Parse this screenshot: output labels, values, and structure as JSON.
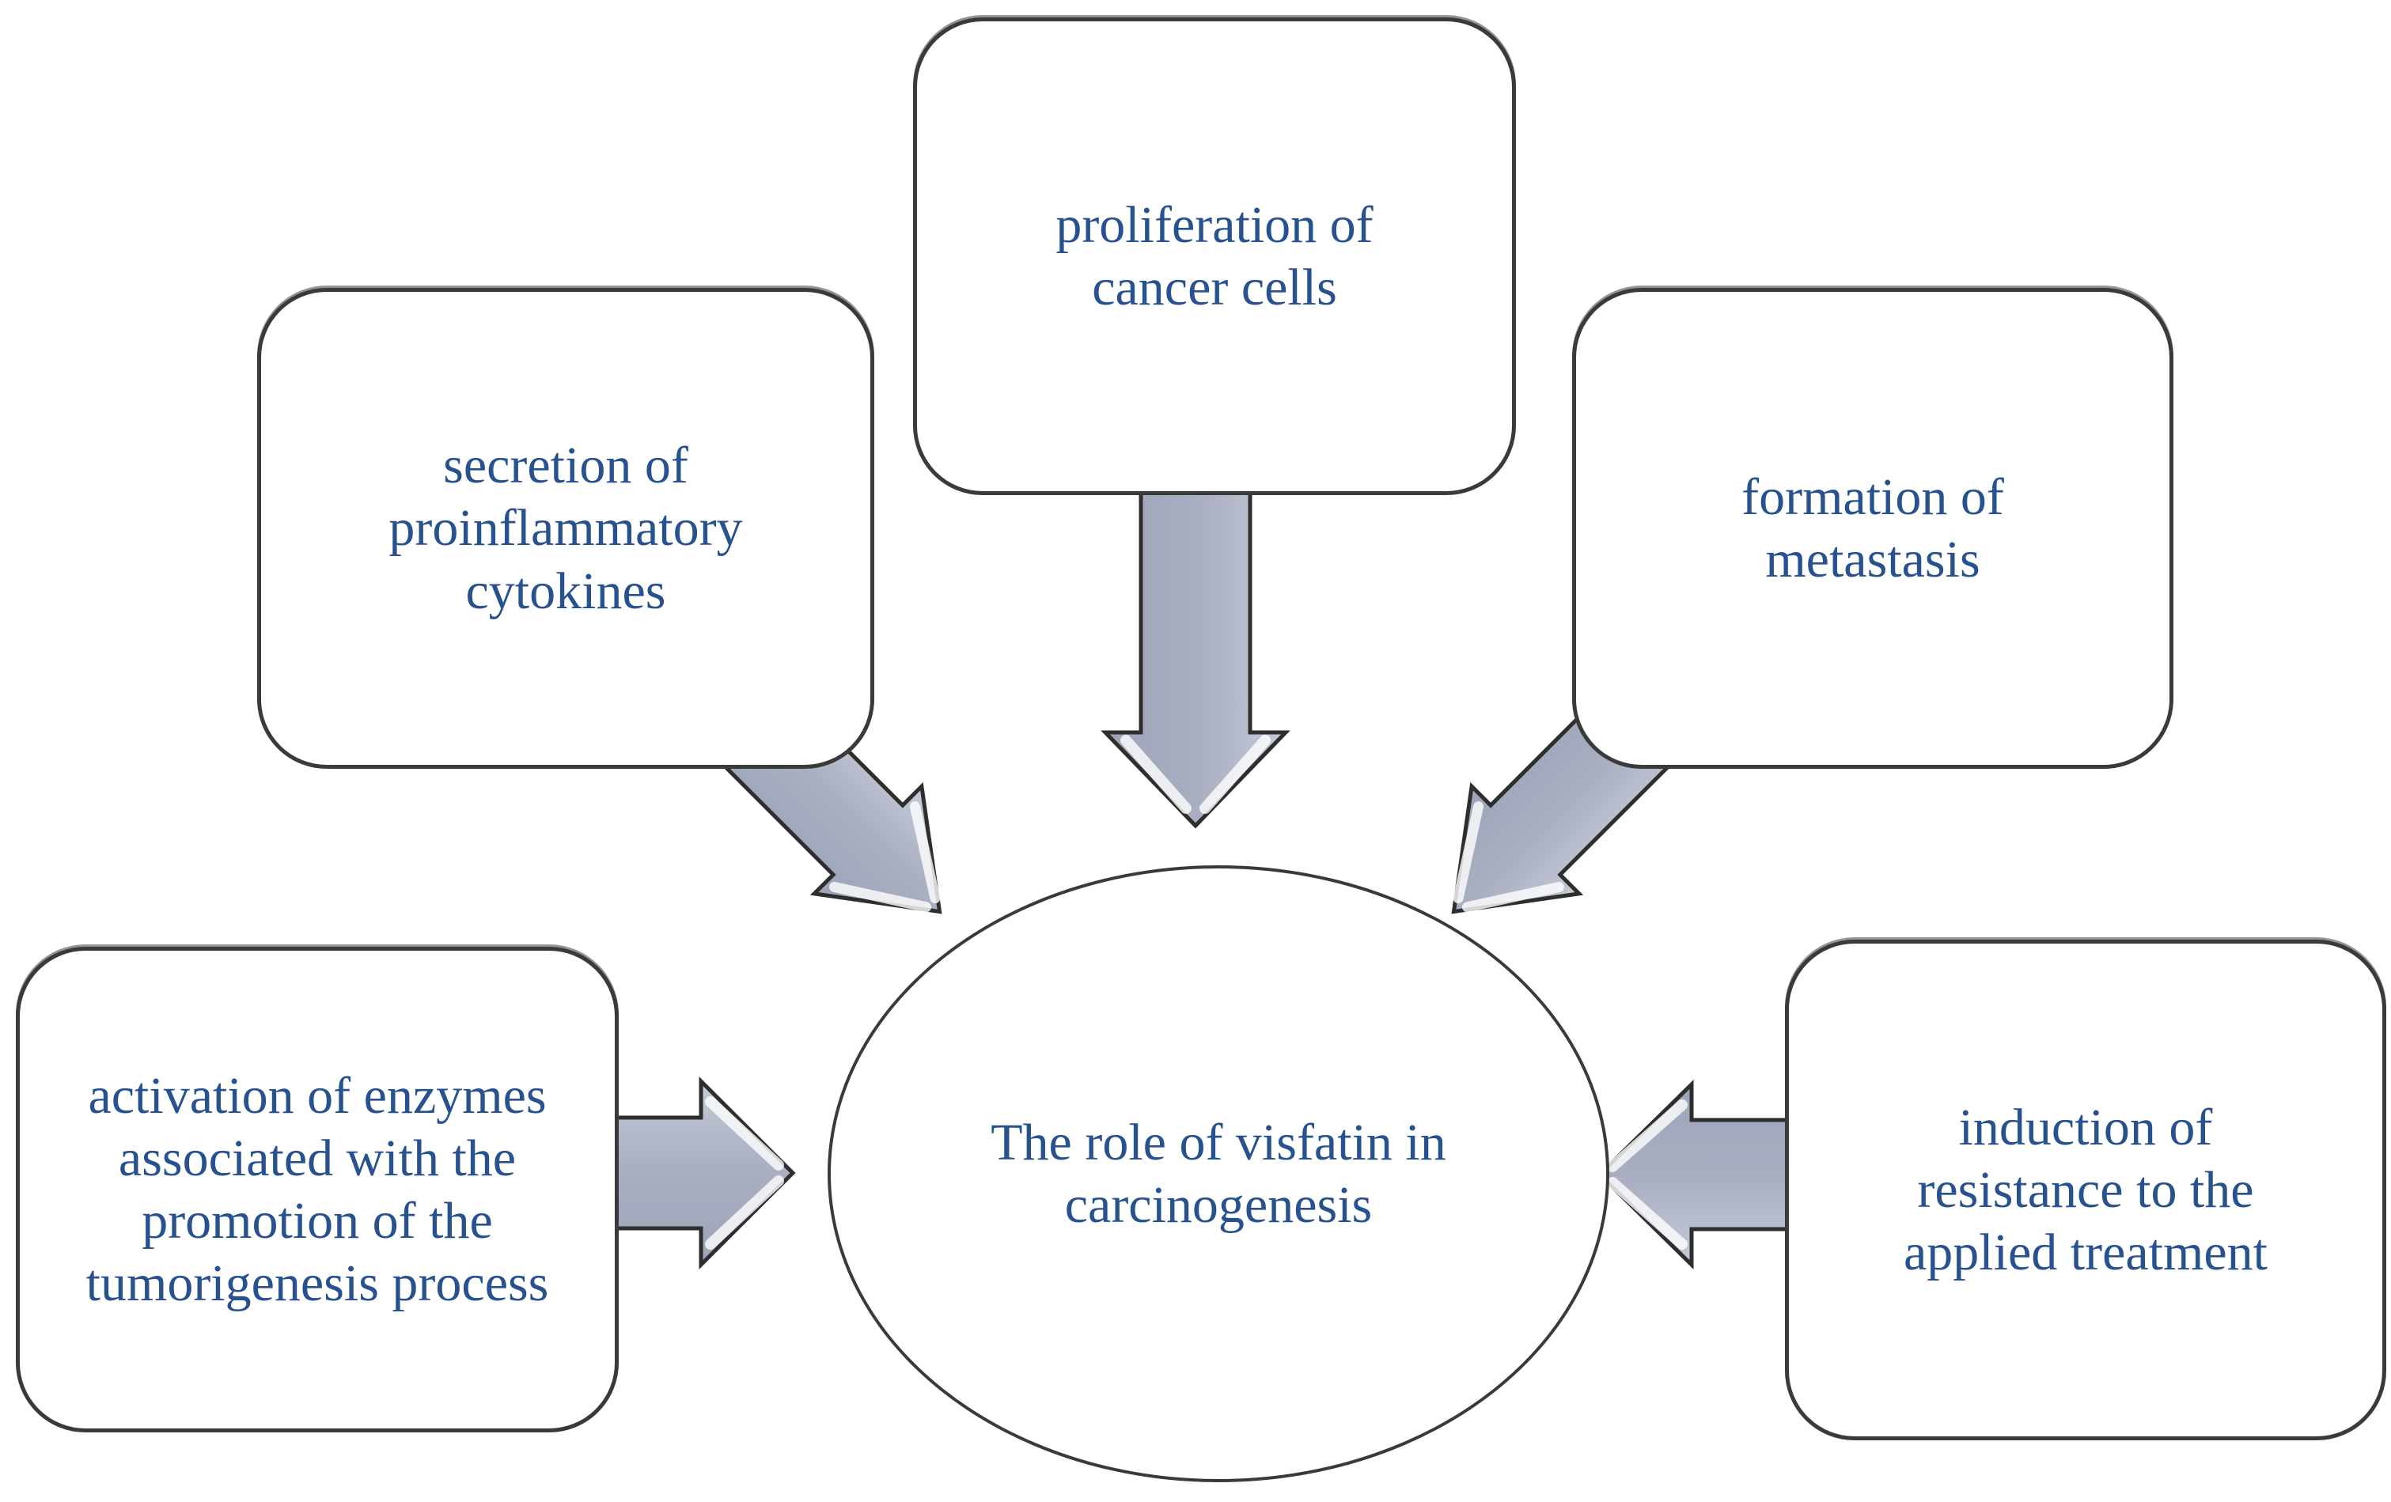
{
  "diagram": {
    "type": "hub-and-spoke",
    "center": {
      "id": "center",
      "shape": "ellipse",
      "lines": [
        "The role of visfatin in",
        "carcinogenesis"
      ]
    },
    "nodes": {
      "top_left": {
        "shape": "rounded-rectangle",
        "lines": [
          "secretion of",
          "proinflammatory",
          "cytokines"
        ]
      },
      "top_center": {
        "shape": "rounded-rectangle",
        "lines": [
          "proliferation of",
          "cancer cells"
        ]
      },
      "top_right": {
        "shape": "rounded-rectangle",
        "lines": [
          "formation of",
          "metastasis"
        ]
      },
      "left": {
        "shape": "rounded-rectangle",
        "lines": [
          "activation of enzymes",
          "associated with the",
          "promotion of the",
          "tumorigenesis process"
        ]
      },
      "right": {
        "shape": "rounded-rectangle",
        "lines": [
          "induction of",
          "resistance to the",
          "applied treatment"
        ]
      }
    },
    "edges": [
      {
        "from": "top_left",
        "to": "center",
        "style": "block-arrow"
      },
      {
        "from": "top_center",
        "to": "center",
        "style": "block-arrow"
      },
      {
        "from": "top_right",
        "to": "center",
        "style": "block-arrow"
      },
      {
        "from": "left",
        "to": "center",
        "style": "block-arrow"
      },
      {
        "from": "right",
        "to": "center",
        "style": "block-arrow"
      }
    ]
  },
  "colors": {
    "text_color": "#27518f",
    "box_fill": "#ffffff",
    "box_border": "#3a3a3a",
    "arrow_fill": "#aab0c2",
    "arrow_fill_light": "#c6cbd8",
    "arrow_fill_dark": "#9ea4b8",
    "arrow_outline": "#2e2e2e",
    "background": "#ffffff"
  }
}
